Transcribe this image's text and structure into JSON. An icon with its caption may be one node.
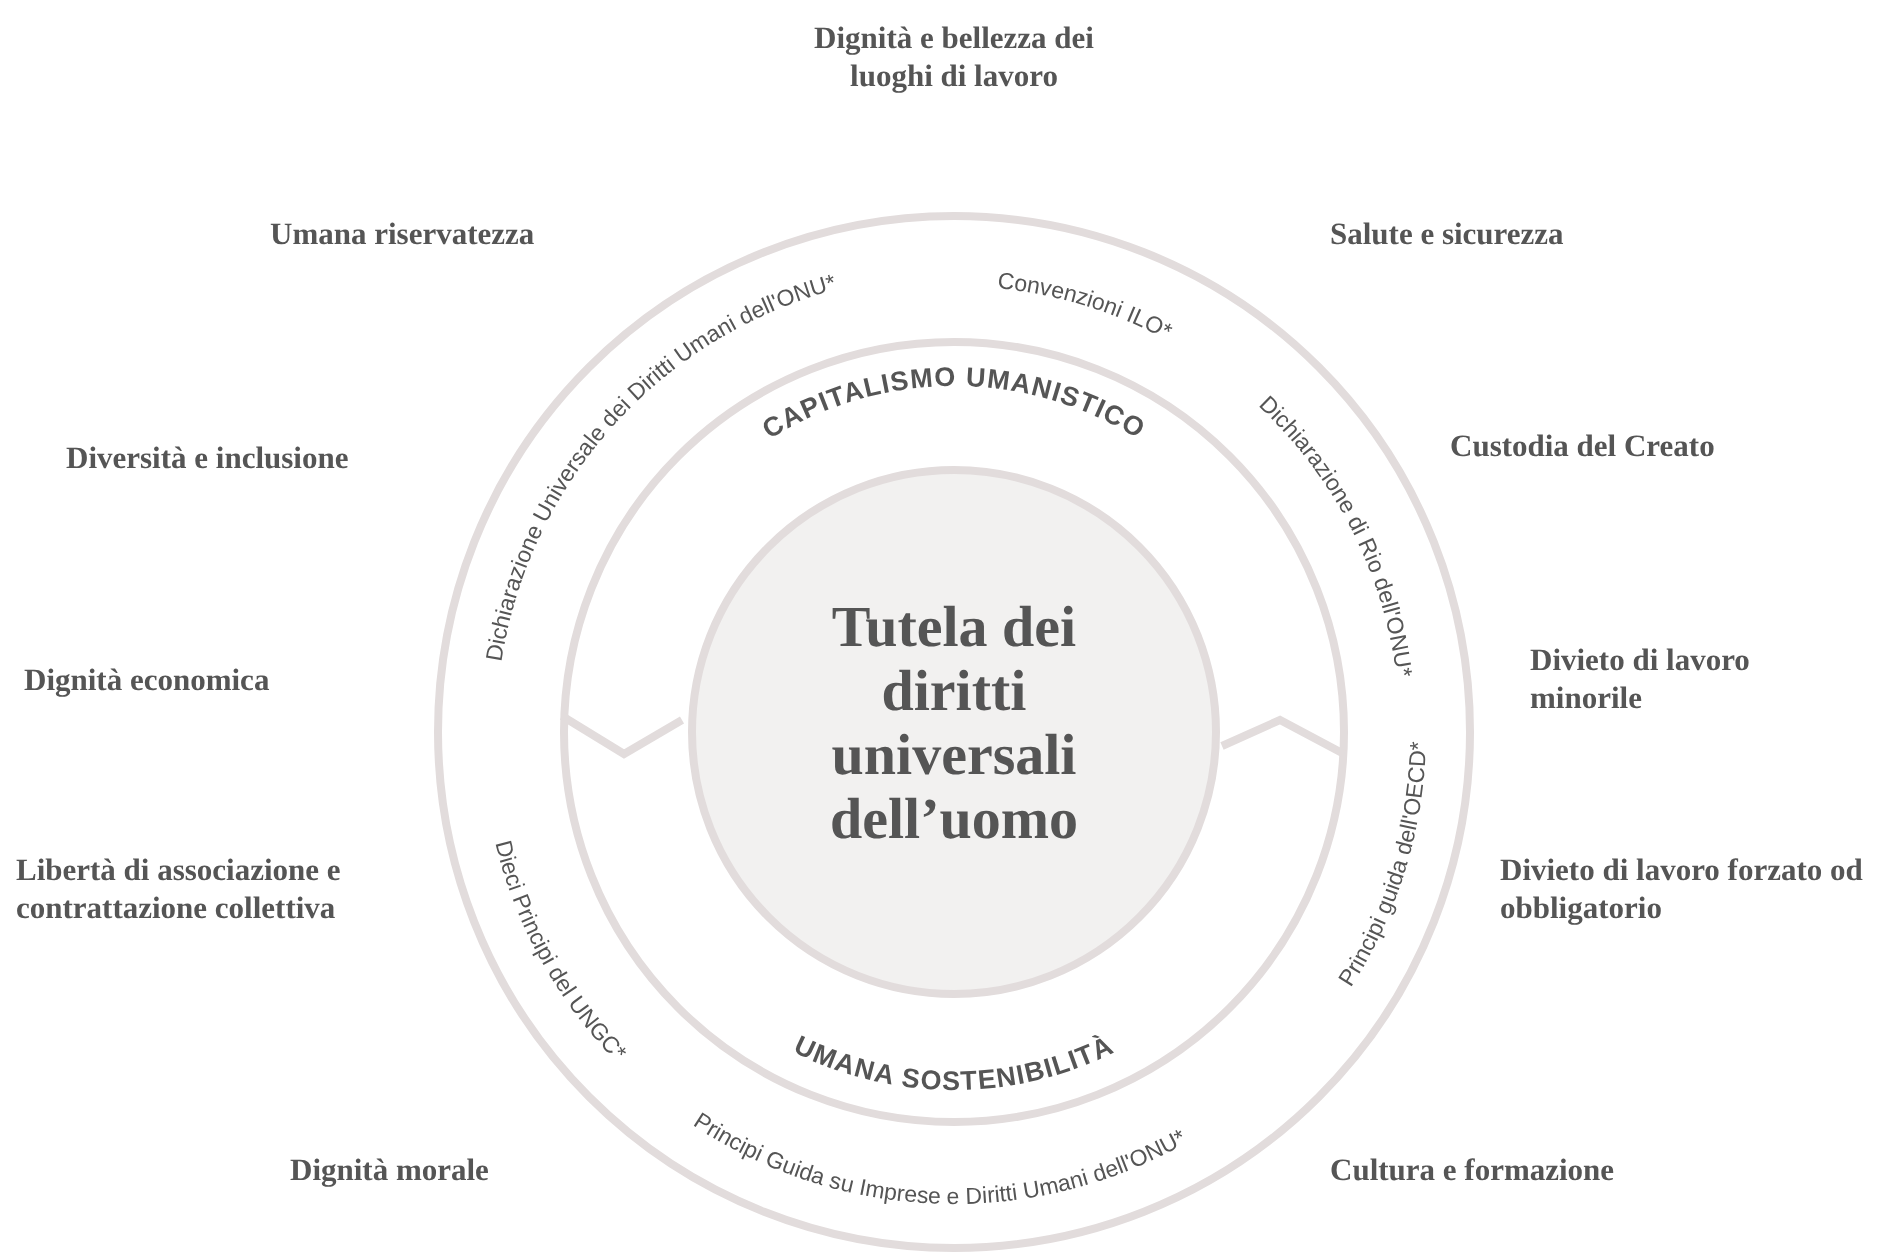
{
  "diagram": {
    "nodes": [
      {
        "text": [
          "Dichiarazione Universale dei Diritti Umani dell'ONU*",
          "Convenzioni ILO*",
          "Dichiarazione di Rio dell'ONU*",
          "Principi guida dell'OECD*",
          "Principi Guida su Imprese e Diritti Umani dell'ONU*",
          "Dieci Principi del UNGC*"
        ]
      },
      {
        "text": [
          "CAPITALISMO UMANISTICO",
          "UMANA SOSTENIBILITÀ"
        ],
        "in": 0
      },
      {
        "text": [
          "Tutela dei diritti universali dell’uomo"
        ],
        "in": 1
      }
    ],
    "labels": [
      "Dignità e bellezza dei luoghi di lavoro",
      "Umana riservatezza",
      "Salute e sicurezza",
      "Diversità e inclusione",
      "Custodia del Creato",
      "Dignità economica",
      "Divieto di lavoro minorile",
      "Libertà di associazione e contrattazione collettiva",
      "Divieto di lavoro forzato od obbligatorio",
      "Dignità morale",
      "Cultura e formazione"
    ]
  }
}
